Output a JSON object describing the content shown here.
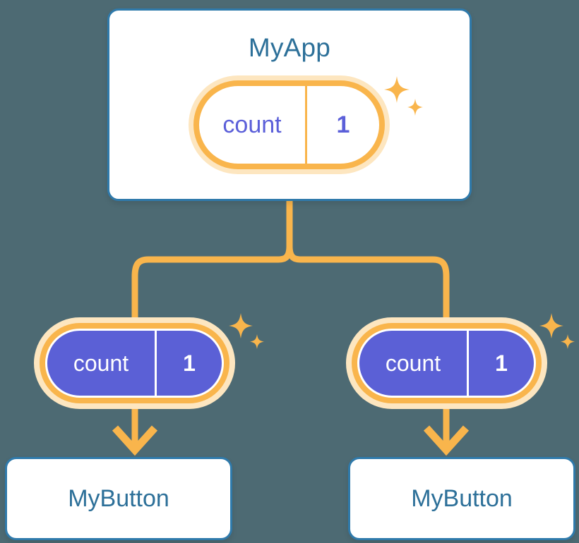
{
  "diagram": {
    "background_color": "#4d6a73",
    "accent_orange": "#f9b54c",
    "accent_orange_glow": "#fde6c0",
    "accent_blue": "#2d7099",
    "accent_purple": "#5b5fd9",
    "title": "MyApp"
  },
  "app_card": {
    "title": "MyApp",
    "state_pill": {
      "key": "count",
      "value": "1",
      "style": "outline",
      "sparkles": 2
    }
  },
  "children": [
    {
      "state_pill": {
        "key": "count",
        "value": "1",
        "style": "filled",
        "sparkles": 2
      },
      "connector": "arrow-down",
      "component": {
        "label": "MyButton"
      }
    },
    {
      "state_pill": {
        "key": "count",
        "value": "1",
        "style": "filled",
        "sparkles": 2
      },
      "connector": "arrow-down",
      "component": {
        "label": "MyButton"
      }
    }
  ],
  "icons": {
    "sparkle_large": "sparkle-4point-icon",
    "sparkle_small": "sparkle-4point-icon",
    "arrow": "arrow-down-icon"
  }
}
